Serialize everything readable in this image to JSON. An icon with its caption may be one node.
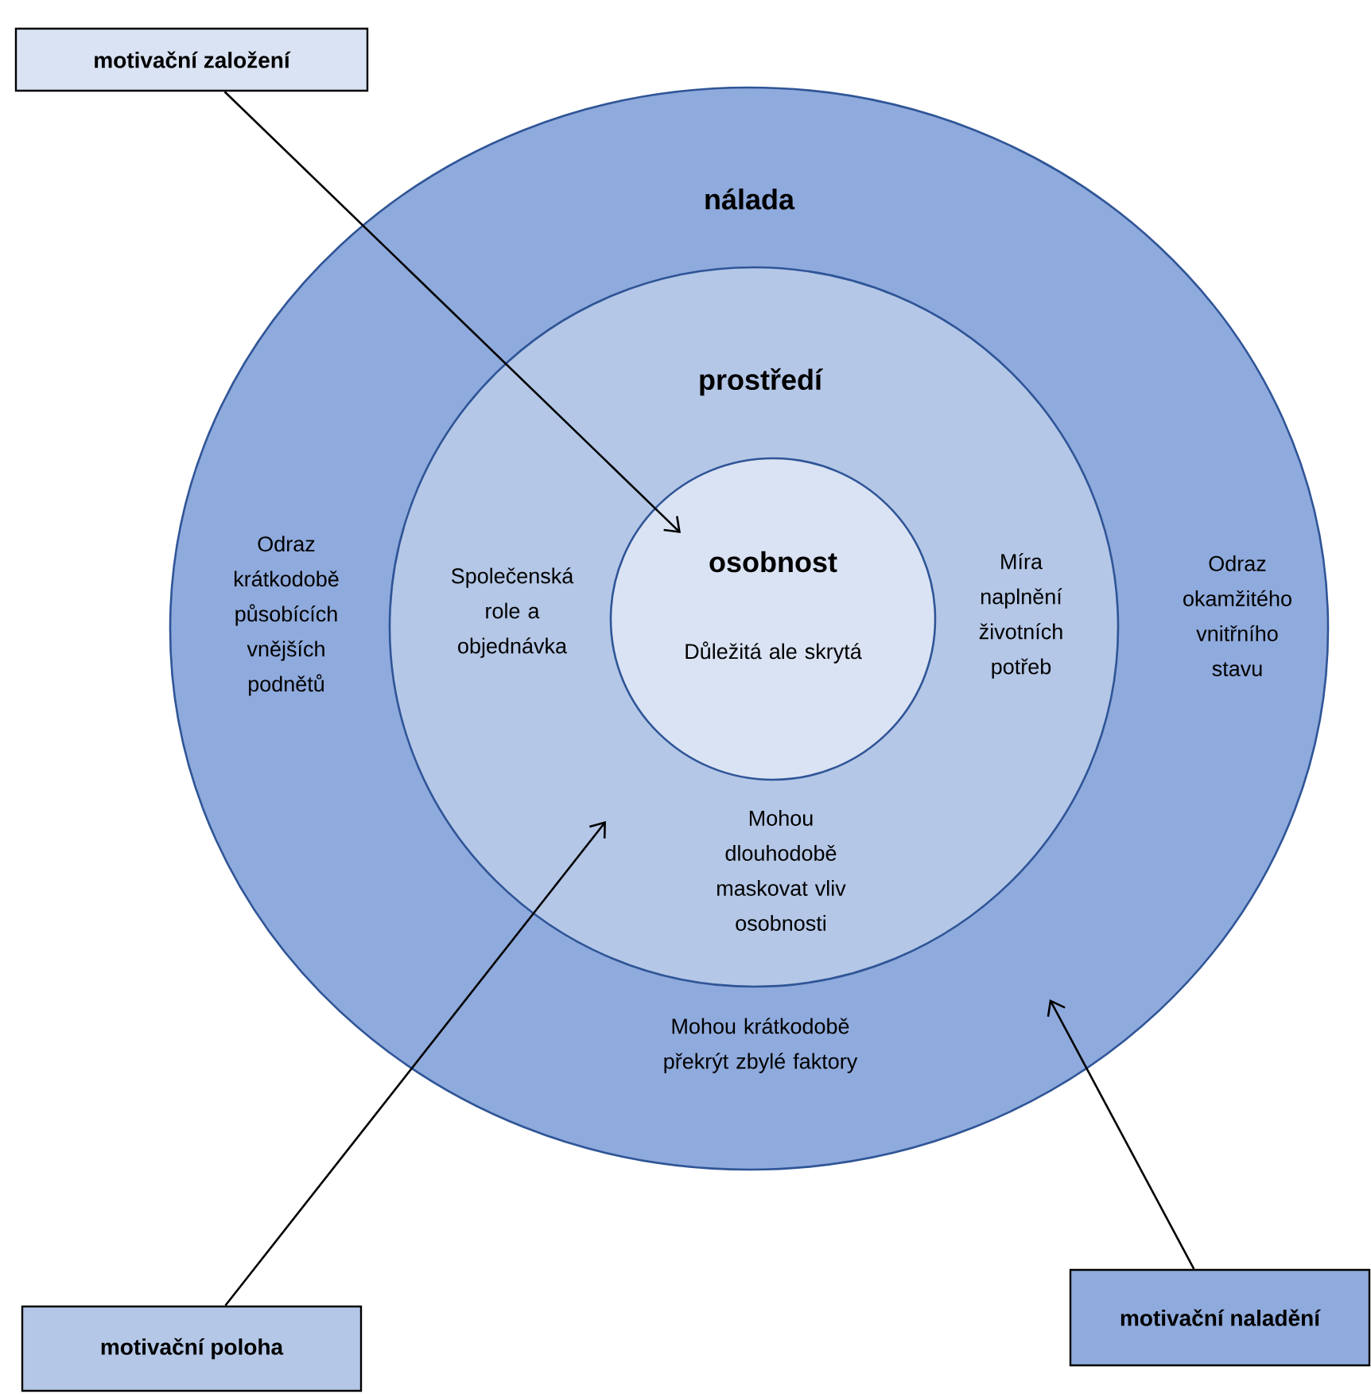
{
  "diagram": {
    "nodes": [
      {
        "text": [
          "nálada",
          "Odraz krátkodobě působících vnějších podnětů",
          "Odraz okamžitého vnitřního stavu",
          "Mohou krátkodobě překrýt zbylé faktory"
        ]
      },
      {
        "text": [
          "prostředí",
          "Společenská role a objednávka",
          "Míra naplnění životních potřeb",
          "Mohou dlouhodobě maskovat vliv osobnosti"
        ],
        "in": 0
      },
      {
        "text": [
          "osobnost",
          "Důležitá ale skrytá"
        ],
        "in": 1
      },
      {
        "text": [
          "motivační založení"
        ]
      },
      {
        "text": [
          "motivační poloha"
        ]
      },
      {
        "text": [
          "motivační naladění"
        ]
      }
    ],
    "edges": [
      {
        "from": 3,
        "to": 2,
        "arrow": "to"
      },
      {
        "from": 4,
        "to": 1,
        "arrow": "to"
      },
      {
        "from": 5,
        "to": 0,
        "arrow": "to"
      }
    ]
  }
}
